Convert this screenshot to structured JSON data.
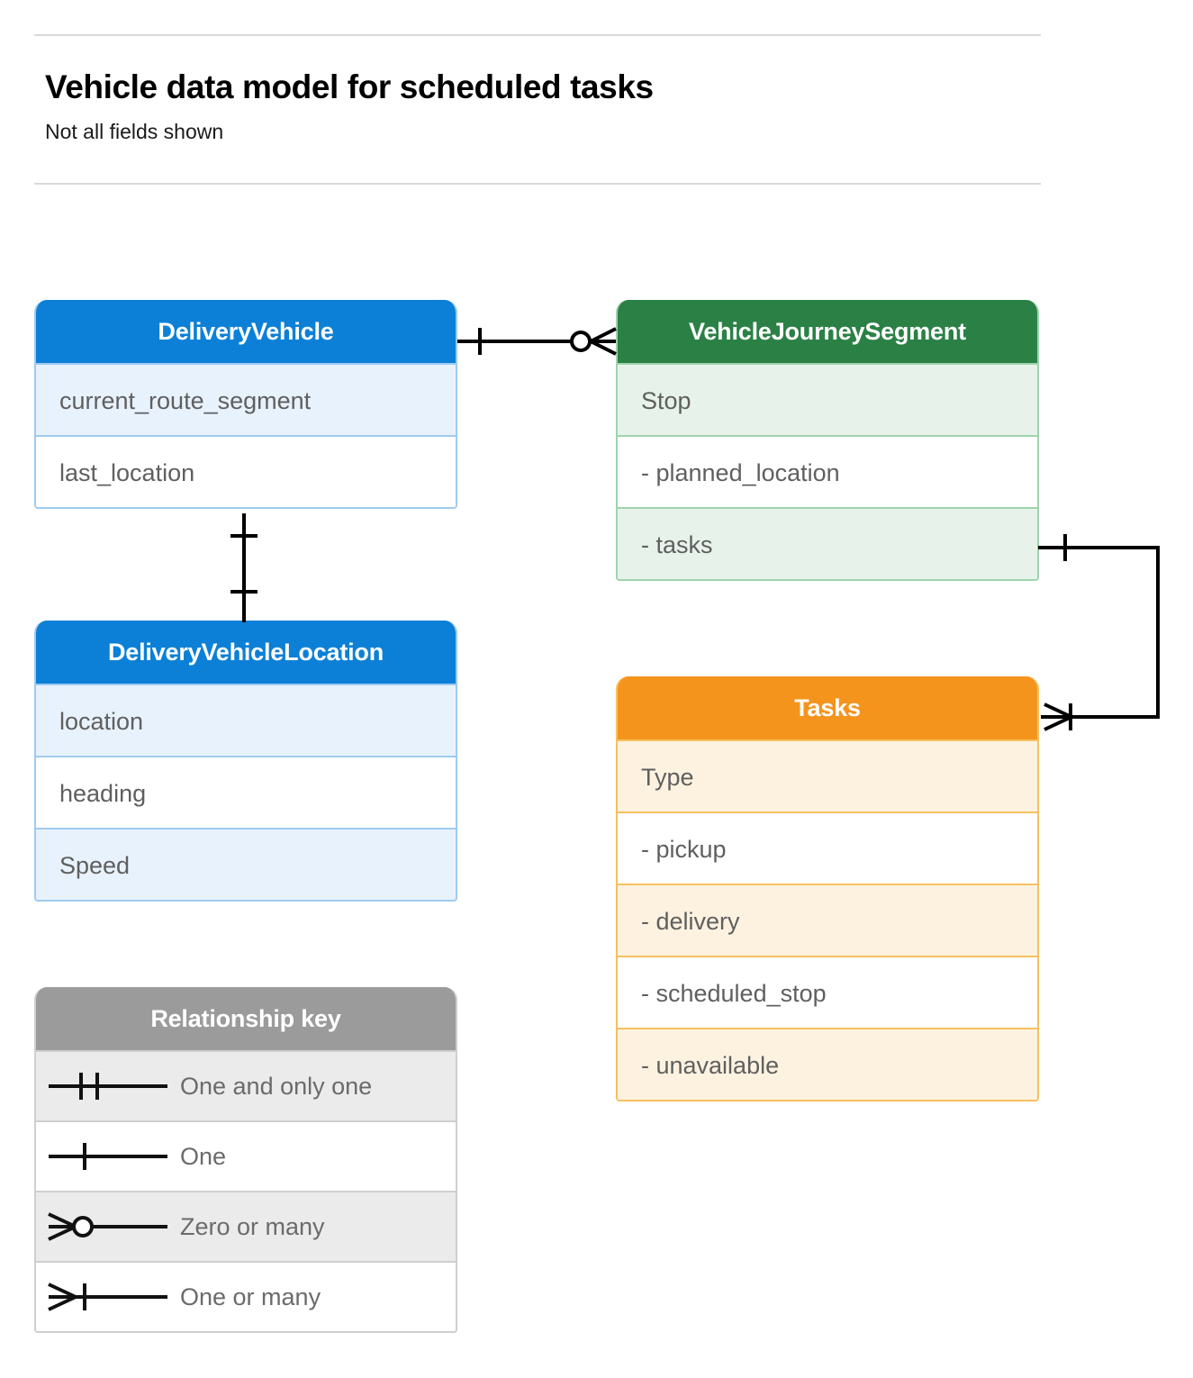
{
  "header": {
    "title": "Vehicle data model for scheduled tasks",
    "subtitle": "Not all fields shown"
  },
  "colors": {
    "blue_header": "#0c80d6",
    "blue_row_alt": "#e8f2fd",
    "blue_border": "#9ecbf0",
    "green_header": "#2b8145",
    "green_row_alt": "#e7f3ea",
    "green_border": "#9fd3ad",
    "orange_header": "#f5941d",
    "orange_row_alt": "#fdf2e0",
    "orange_border": "#f7c05e",
    "gray_header": "#9b9b9b",
    "gray_row_alt": "#ebebeb",
    "gray_border": "#cfcfcf",
    "connector": "#000000",
    "rule": "#d9d9d9",
    "row_text": "#5f5f5f"
  },
  "entities": {
    "delivery_vehicle": {
      "title": "DeliveryVehicle",
      "rows": [
        "current_route_segment",
        "last_location"
      ]
    },
    "vehicle_journey_segment": {
      "title": "VehicleJourneySegment",
      "rows": [
        "Stop",
        "-  planned_location",
        "- tasks"
      ]
    },
    "delivery_vehicle_location": {
      "title": "DeliveryVehicleLocation",
      "rows": [
        "location",
        "heading",
        "Speed"
      ]
    },
    "tasks": {
      "title": "Tasks",
      "rows": [
        "Type",
        "-  pickup",
        "-  delivery",
        "-  scheduled_stop",
        "-  unavailable"
      ]
    }
  },
  "legend": {
    "title": "Relationship key",
    "items": [
      {
        "symbol": "one-and-only-one-symbol",
        "label": "One and only one"
      },
      {
        "symbol": "one-symbol",
        "label": "One"
      },
      {
        "symbol": "zero-or-many-symbol",
        "label": "Zero or many"
      },
      {
        "symbol": "one-or-many-symbol",
        "label": "One or many"
      }
    ]
  },
  "relationships": [
    {
      "name": "delivery-vehicle-to-journey-segment",
      "from": "DeliveryVehicle",
      "to": "VehicleJourneySegment",
      "from_cardinality": "One",
      "to_cardinality": "Zero or many"
    },
    {
      "name": "delivery-vehicle-to-location",
      "from": "DeliveryVehicle",
      "to": "DeliveryVehicleLocation",
      "from_cardinality": "One",
      "to_cardinality": "One"
    },
    {
      "name": "journey-segment-tasks-to-tasks",
      "from": "VehicleJourneySegment.tasks",
      "to": "Tasks",
      "from_cardinality": "One",
      "to_cardinality": "One or many"
    }
  ]
}
